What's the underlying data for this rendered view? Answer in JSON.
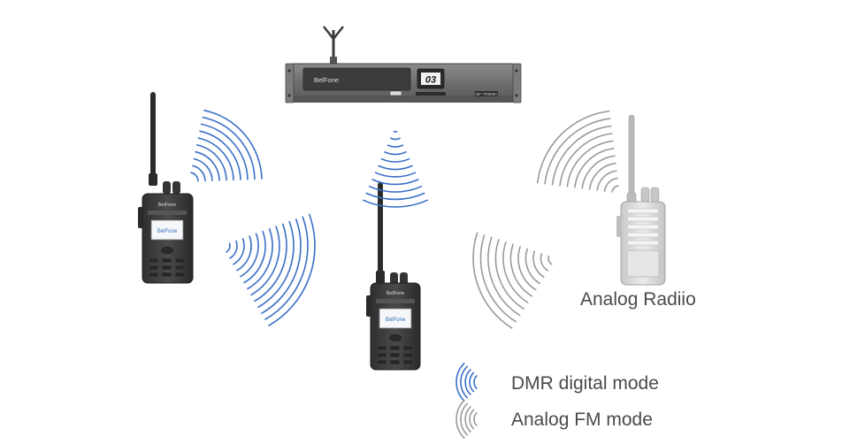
{
  "repeater": {
    "brand": "BelFone",
    "channel_display": "03",
    "model_tag": "BF-TR8000"
  },
  "radios": {
    "digital_brand_top": "BelFone",
    "digital_brand_screen": "BelFone",
    "analog_label": "Analog Radiio"
  },
  "legend": [
    {
      "label": "DMR digital mode",
      "color": "#3a6fc8",
      "icon": "dmr-wave-icon"
    },
    {
      "label": "Analog FM mode",
      "color": "#9a9a9a",
      "icon": "fm-wave-icon"
    }
  ],
  "colors": {
    "dmr_wave": "#3a6fc8",
    "fm_wave": "#9a9a9a",
    "device_dark": "#3b3b3b",
    "analog_body": "#d9d9d9"
  }
}
